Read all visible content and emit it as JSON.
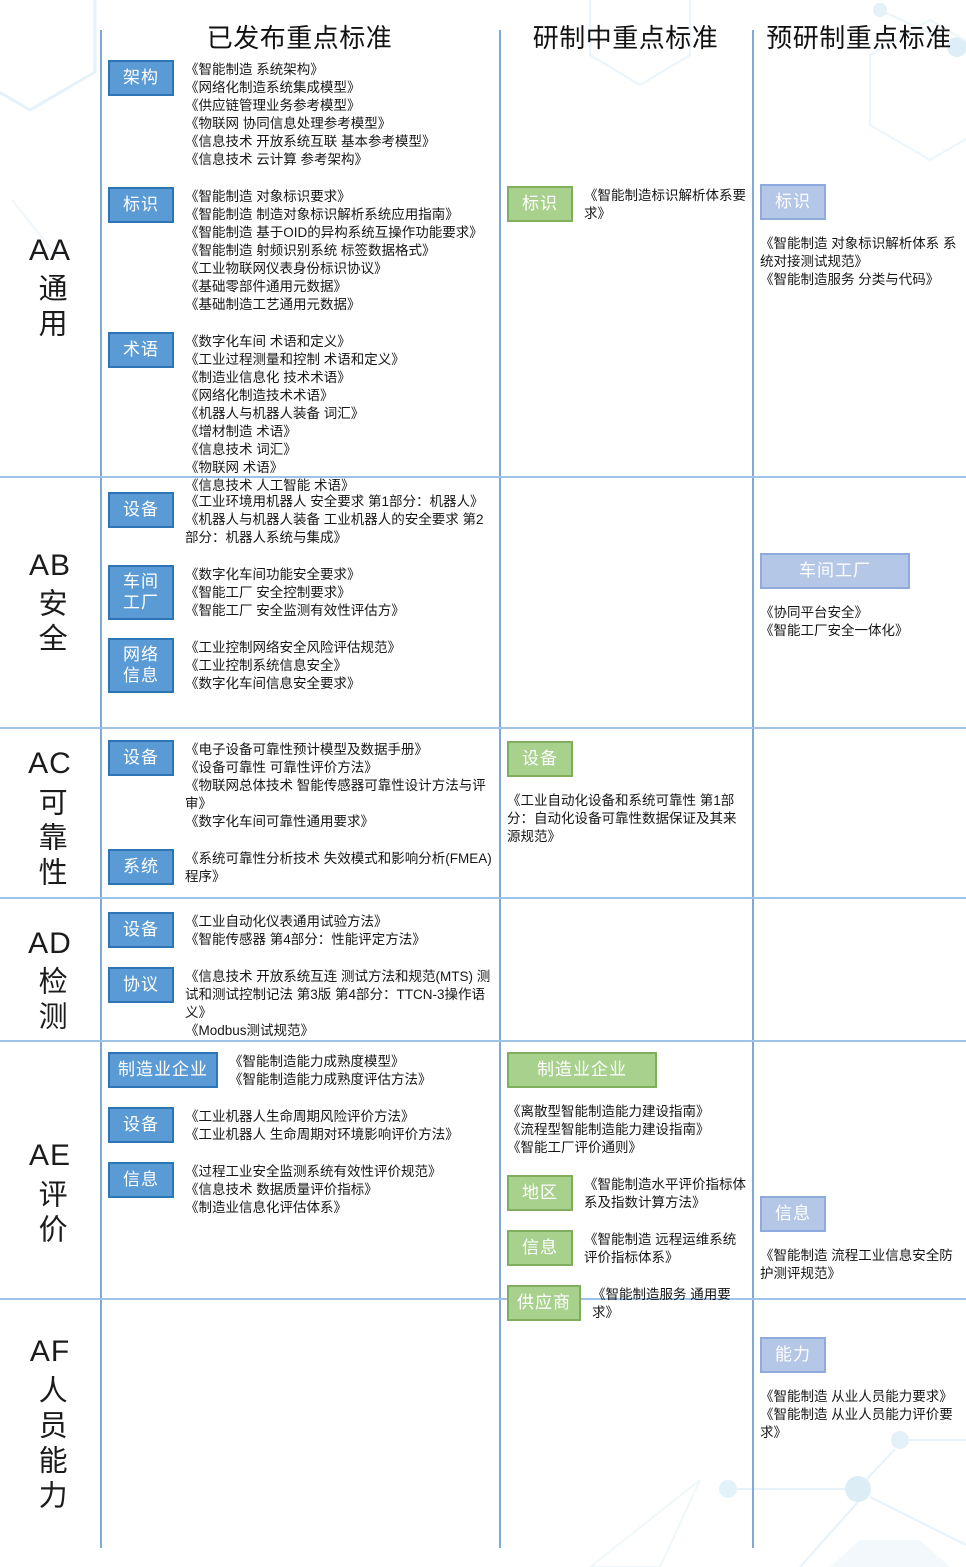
{
  "header": {
    "columns": [
      {
        "id": "published",
        "label": "已发布重点标准"
      },
      {
        "id": "developing",
        "label": "研制中重点标准"
      },
      {
        "id": "pre_research",
        "label": "预研制重点标准"
      }
    ]
  },
  "colors": {
    "blue_tag_fill": "#5B9BD5",
    "blue_tag_border": "#2E75B6",
    "green_tag_fill": "#A9D18E",
    "green_tag_border": "#7FAF5C",
    "lavender_tag_fill": "#B4C7E7",
    "lavender_tag_border": "#8FAADC",
    "vertical_line": "#7FA9D6",
    "horizontal_line": "#9DC3E6"
  },
  "rows": [
    {
      "code": "AA",
      "name": "通用",
      "cells": {
        "published": [
          {
            "tag": "架构",
            "style": "blue",
            "layout": "row",
            "items": [
              "《智能制造 系统架构》",
              "《网络化制造系统集成模型》",
              "《供应链管理业务参考模型》",
              "《物联网 协同信息处理参考模型》",
              "《信息技术 开放系统互联 基本参考模型》",
              "《信息技术 云计算 参考架构》"
            ]
          },
          {
            "tag": "标识",
            "style": "blue",
            "layout": "row",
            "items": [
              "《智能制造 对象标识要求》",
              "《智能制造 制造对象标识解析系统应用指南》",
              "《智能制造 基于OID的异构系统互操作功能要求》",
              "《智能制造 射频识别系统 标签数据格式》",
              "《工业物联网仪表身份标识协议》",
              "《基础零部件通用元数据》",
              "《基础制造工艺通用元数据》"
            ]
          },
          {
            "tag": "术语",
            "style": "blue",
            "layout": "row",
            "items": [
              "《数字化车间 术语和定义》",
              "《工业过程测量和控制 术语和定义》",
              "《制造业信息化 技术术语》",
              "《网络化制造技术术语》",
              "《机器人与机器人装备 词汇》",
              "《增材制造 术语》",
              "《信息技术 词汇》",
              "《物联网 术语》",
              "《信息技术 人工智能 术语》"
            ]
          }
        ],
        "developing": [
          {
            "tag": "标识",
            "style": "green",
            "layout": "row",
            "items": [
              "《智能制造标识解析体系要求》"
            ]
          }
        ],
        "pre_research": [
          {
            "tag": "标识",
            "style": "lavender",
            "layout": "stack",
            "items": [
              "《智能制造 对象标识解析体系 系统对接测试规范》",
              "《智能制造服务 分类与代码》"
            ]
          }
        ]
      }
    },
    {
      "code": "AB",
      "name": "安全",
      "cells": {
        "published": [
          {
            "tag": "设备",
            "style": "blue",
            "layout": "row",
            "items": [
              "《工业环境用机器人 安全要求 第1部分：机器人》",
              "《机器人与机器人装备 工业机器人的安全要求 第2部分：机器人系统与集成》"
            ]
          },
          {
            "tag": "车间\n工厂",
            "style": "blue",
            "layout": "row",
            "items": [
              "《数字化车间功能安全要求》",
              "《智能工厂 安全控制要求》",
              "《智能工厂 安全监测有效性评估方》"
            ]
          },
          {
            "tag": "网络\n信息",
            "style": "blue",
            "layout": "row",
            "items": [
              "《工业控制网络安全风险评估规范》",
              "《工业控制系统信息安全》",
              "《数字化车间信息安全要求》"
            ]
          }
        ],
        "developing": [],
        "pre_research": [
          {
            "tag": "车间工厂",
            "style": "lavender",
            "layout": "stack",
            "items": [
              "《协同平台安全》",
              "《智能工厂安全一体化》"
            ]
          }
        ]
      }
    },
    {
      "code": "AC",
      "name": "可靠性",
      "cells": {
        "published": [
          {
            "tag": "设备",
            "style": "blue",
            "layout": "row",
            "items": [
              "《电子设备可靠性预计模型及数据手册》",
              "《设备可靠性 可靠性评价方法》",
              "《物联网总体技术 智能传感器可靠性设计方法与评审》",
              "《数字化车间可靠性通用要求》"
            ]
          },
          {
            "tag": "系统",
            "style": "blue",
            "layout": "row",
            "items": [
              "《系统可靠性分析技术 失效模式和影响分析(FMEA)程序》"
            ]
          }
        ],
        "developing": [
          {
            "tag": "设备",
            "style": "green",
            "layout": "stack",
            "items": [
              "《工业自动化设备和系统可靠性 第1部分：自动化设备可靠性数据保证及其来源规范》"
            ]
          }
        ],
        "pre_research": []
      }
    },
    {
      "code": "AD",
      "name": "检测",
      "cells": {
        "published": [
          {
            "tag": "设备",
            "style": "blue",
            "layout": "row",
            "items": [
              "《工业自动化仪表通用试验方法》",
              "《智能传感器 第4部分：性能评定方法》"
            ]
          },
          {
            "tag": "协议",
            "style": "blue",
            "layout": "row",
            "items": [
              "《信息技术 开放系统互连 测试方法和规范(MTS) 测试和测试控制记法 第3版 第4部分：TTCN-3操作语义》",
              "《Modbus测试规范》"
            ]
          }
        ],
        "developing": [],
        "pre_research": []
      }
    },
    {
      "code": "AE",
      "name": "评价",
      "cells": {
        "published": [
          {
            "tag": "制造业企业",
            "style": "blue",
            "layout": "row",
            "items": [
              "《智能制造能力成熟度模型》",
              "《智能制造能力成熟度评估方法》"
            ]
          },
          {
            "tag": "设备",
            "style": "blue",
            "layout": "row",
            "items": [
              "《工业机器人生命周期风险评价方法》",
              "《工业机器人 生命周期对环境影响评价方法》"
            ]
          },
          {
            "tag": "信息",
            "style": "blue",
            "layout": "row",
            "items": [
              "《过程工业安全监测系统有效性评价规范》",
              "《信息技术 数据质量评价指标》",
              "《制造业信息化评估体系》"
            ]
          }
        ],
        "developing": [
          {
            "tag": "制造业企业",
            "style": "green",
            "layout": "stack",
            "items": [
              "《离散型智能制造能力建设指南》",
              "《流程型智能制造能力建设指南》",
              "《智能工厂评价通则》"
            ]
          },
          {
            "tag": "地区",
            "style": "green",
            "layout": "row",
            "items": [
              "《智能制造水平评价指标体系及指数计算方法》"
            ]
          },
          {
            "tag": "信息",
            "style": "green",
            "layout": "row",
            "items": [
              "《智能制造 远程运维系统 评价指标体系》"
            ]
          },
          {
            "tag": "供应商",
            "style": "green",
            "layout": "row",
            "items": [
              "《智能制造服务 通用要求》"
            ]
          }
        ],
        "pre_research": [
          {
            "tag": "信息",
            "style": "lavender",
            "layout": "stack",
            "items": [
              "《智能制造 流程工业信息安全防护测评规范》"
            ]
          }
        ]
      }
    },
    {
      "code": "AF",
      "name": "人员能力",
      "cells": {
        "published": [],
        "developing": [],
        "pre_research": [
          {
            "tag": "能力",
            "style": "lavender",
            "layout": "stack",
            "items": [
              "《智能制造 从业人员能力要求》",
              "《智能制造 从业人员能力评价要求》"
            ]
          }
        ]
      }
    }
  ]
}
